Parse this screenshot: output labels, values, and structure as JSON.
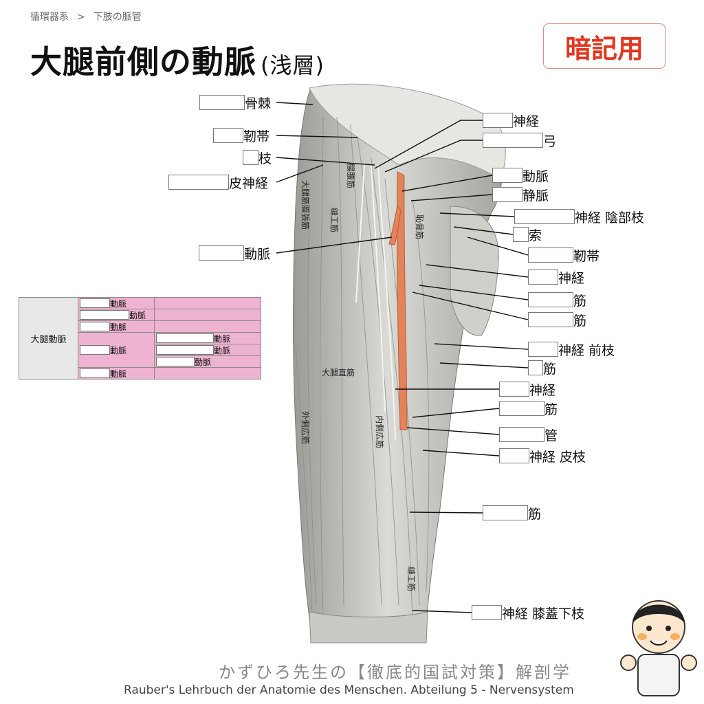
{
  "breadcrumb": {
    "section": "循環器系",
    "separator": ">",
    "page": "下肢の脈管"
  },
  "title": {
    "main": "大腿前側の動脈",
    "sub": "(浅層)"
  },
  "badge": {
    "text": "暗記用",
    "color": "#e2361f"
  },
  "labels": {
    "left": [
      {
        "suffix": "骨棘"
      },
      {
        "suffix": "靭帯"
      },
      {
        "suffix": "枝"
      },
      {
        "suffix": "皮神経"
      },
      {
        "suffix": "動脈"
      }
    ],
    "right": [
      {
        "suffix": "神経"
      },
      {
        "suffix": "弓"
      },
      {
        "suffix": "動脈"
      },
      {
        "suffix": "静脈"
      },
      {
        "suffix": "神経 陰部枝"
      },
      {
        "suffix": "索"
      },
      {
        "suffix": "靭帯"
      },
      {
        "suffix": "神経"
      },
      {
        "suffix": "筋"
      },
      {
        "suffix": "筋"
      },
      {
        "suffix": "神経 前枝"
      },
      {
        "suffix": "筋"
      },
      {
        "suffix": "神経"
      },
      {
        "suffix": "筋"
      },
      {
        "suffix": "管"
      },
      {
        "suffix": "神経 皮枝"
      },
      {
        "suffix": "筋"
      },
      {
        "suffix": "神経 膝蓋下枝"
      }
    ]
  },
  "muscles": [
    "腸腰筋",
    "縫工筋",
    "大腿筋膜張筋",
    "恥骨筋",
    "大腿直筋",
    "外側広筋",
    "内側広筋",
    "縫工筋"
  ],
  "artery_table": {
    "header": "大腿動脈",
    "rows": [
      {
        "suffix": "動脈"
      },
      {
        "suffix": "動脈"
      },
      {
        "suffix": "動脈"
      },
      {
        "suffix": "動脈"
      },
      {
        "suffix": "動脈"
      }
    ],
    "branches": [
      {
        "suffix": "動脈"
      },
      {
        "suffix": "動脈"
      },
      {
        "suffix": "動脈"
      }
    ]
  },
  "colors": {
    "artery": "#e4825a",
    "table_fill": "#eeb3d0"
  },
  "footer": {
    "line1": "かずひろ先生の【徹底的国試対策】解剖学",
    "line2": "Rauber's Lehrbuch der Anatomie des Menschen. Abteilung 5 - Nervensystem"
  },
  "mascot": {
    "icon": "doctor-thumbs-up-icon"
  }
}
